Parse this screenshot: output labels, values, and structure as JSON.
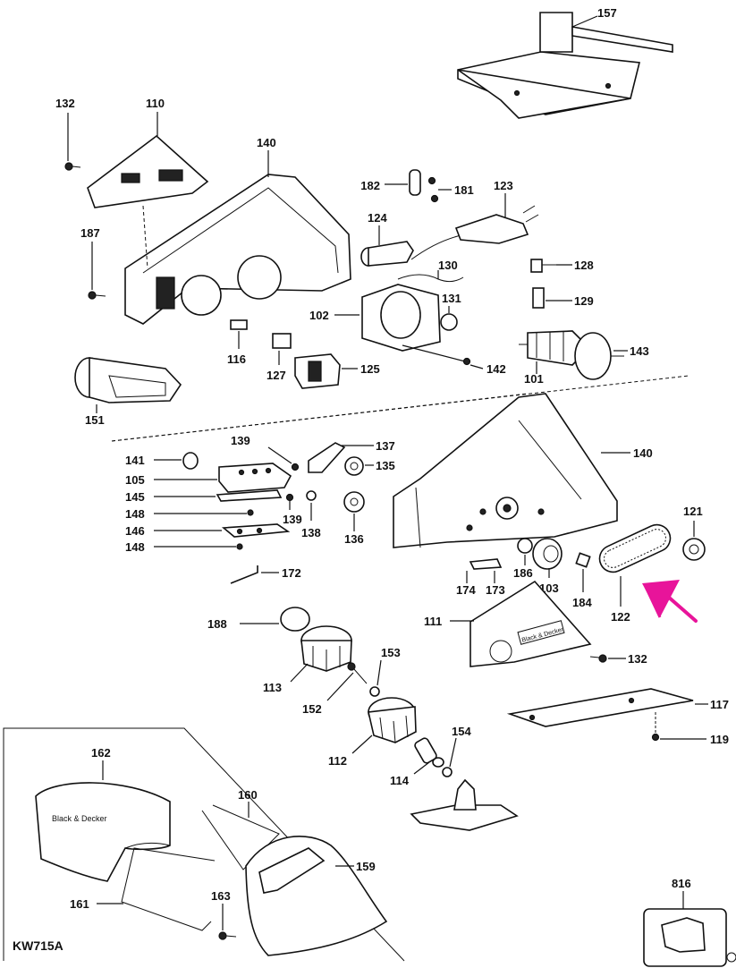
{
  "diagram_code": "KW715A",
  "brand_text": "Black & Decker",
  "labels": {
    "p157": "157",
    "p132a": "132",
    "p110": "110",
    "p140a": "140",
    "p182": "182",
    "p181": "181",
    "p123": "123",
    "p124": "124",
    "p187": "187",
    "p130": "130",
    "p128": "128",
    "p131": "131",
    "p102": "102",
    "p129": "129",
    "p143": "143",
    "p116": "116",
    "p127": "127",
    "p125": "125",
    "p142": "142",
    "p101": "101",
    "p151": "151",
    "p139a": "139",
    "p137": "137",
    "p140b": "140",
    "p141": "141",
    "p135": "135",
    "p105": "105",
    "p145": "145",
    "p139b": "139",
    "p148a": "148",
    "p138": "138",
    "p146": "146",
    "p136": "136",
    "p148b": "148",
    "p121": "121",
    "p172": "172",
    "p186": "186",
    "p174": "174",
    "p173": "173",
    "p103": "103",
    "p184": "184",
    "p122": "122",
    "p188": "188",
    "p111": "111",
    "p132b": "132",
    "p153": "153",
    "p113": "113",
    "p117": "117",
    "p152": "152",
    "p119": "119",
    "p154": "154",
    "p112": "112",
    "p114": "114",
    "p162": "162",
    "p160": "160",
    "p159": "159",
    "p161": "161",
    "p163": "163",
    "p816": "816"
  },
  "colors": {
    "ink": "#111111",
    "arrow": "#e8149a",
    "paper": "#ffffff"
  }
}
